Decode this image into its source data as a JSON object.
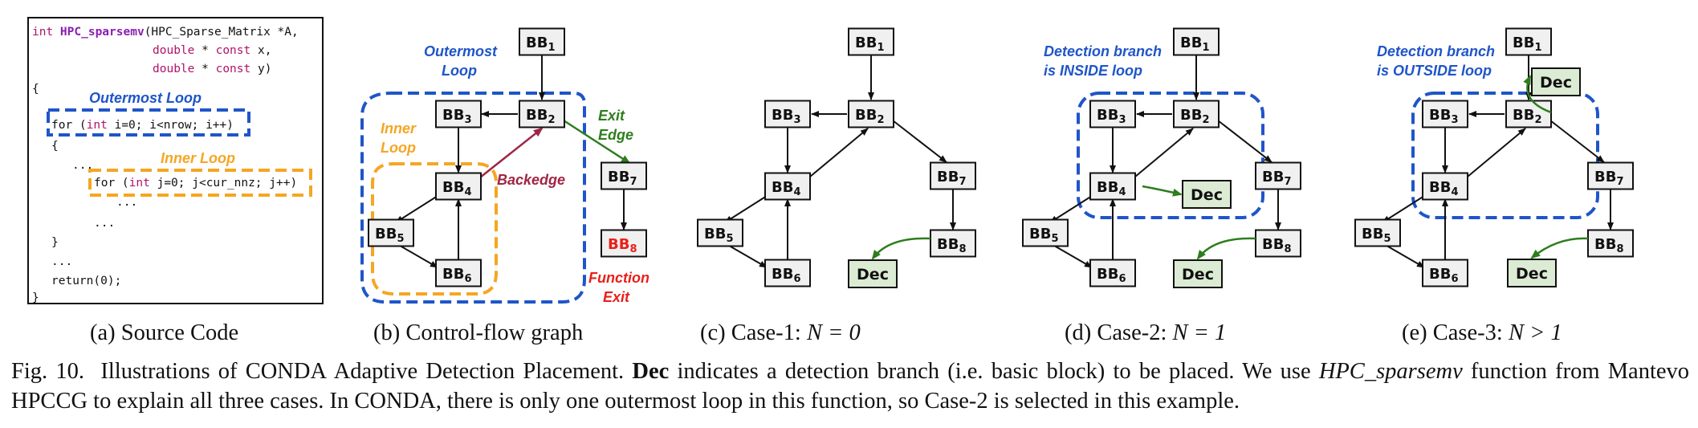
{
  "code": {
    "lines": [
      [
        {
          "t": "int ",
          "c": "kw"
        },
        {
          "t": "HPC_sparsemv",
          "c": "fn"
        },
        {
          "t": "(HPC_Sparse_Matrix *A,",
          "c": ""
        }
      ],
      [
        {
          "t": "double",
          "c": "kw"
        },
        {
          "t": " * ",
          "c": ""
        },
        {
          "t": "const",
          "c": "kw"
        },
        {
          "t": " x,",
          "c": ""
        }
      ],
      [
        {
          "t": "double",
          "c": "kw"
        },
        {
          "t": " * ",
          "c": ""
        },
        {
          "t": "const",
          "c": "kw"
        },
        {
          "t": " y)",
          "c": ""
        }
      ],
      [
        {
          "t": "{",
          "c": ""
        }
      ],
      [
        {
          "t": ".",
          "c": ""
        }
      ],
      [
        {
          "t": "for ",
          "c": ""
        },
        {
          "t": "(",
          "c": ""
        },
        {
          "t": "int",
          "c": "kw"
        },
        {
          "t": " i=0; i<nrow; i++)",
          "c": ""
        }
      ],
      [
        {
          "t": "{",
          "c": ""
        }
      ],
      [
        {
          "t": "...",
          "c": ""
        }
      ],
      [
        {
          "t": "for ",
          "c": ""
        },
        {
          "t": "(",
          "c": ""
        },
        {
          "t": "int",
          "c": "kw"
        },
        {
          "t": " j=0; j<cur_nnz; j++)",
          "c": ""
        }
      ],
      [
        {
          "t": "...",
          "c": ""
        }
      ],
      [
        {
          "t": "...",
          "c": ""
        }
      ],
      [
        {
          "t": "}",
          "c": ""
        }
      ],
      [
        {
          "t": "...",
          "c": ""
        }
      ],
      [
        {
          "t": "return(0);",
          "c": ""
        }
      ],
      [
        {
          "t": "}",
          "c": ""
        }
      ]
    ],
    "outer_label": "Outermost Loop",
    "inner_label": "Inner Loop"
  },
  "cfg": {
    "outer_label_1": "Outermost",
    "outer_label_2": "Loop",
    "inner_label_1": "Inner",
    "inner_label_2": "Loop",
    "exit_edge_1": "Exit",
    "exit_edge_2": "Edge",
    "backedge": "Backedge",
    "function_exit_1": "Function",
    "function_exit_2": "Exit"
  },
  "blocks": {
    "bb1": "BB",
    "bb2": "BB",
    "bb3": "BB",
    "bb4": "BB",
    "bb5": "BB",
    "bb6": "BB",
    "bb7": "BB",
    "bb8": "BB",
    "sub1": "1",
    "sub2": "2",
    "sub3": "3",
    "sub4": "4",
    "sub5": "5",
    "sub6": "6",
    "sub7": "7",
    "sub8": "8",
    "dec": "Dec"
  },
  "case2": {
    "label_1": "Detection branch",
    "label_2": "is INSIDE loop"
  },
  "case3": {
    "label_1": "Detection branch",
    "label_2": "is OUTSIDE loop"
  },
  "subcaptions": {
    "a": "(a) Source Code",
    "b": "(b) Control-flow graph",
    "c_prefix": "(c) Case-1: ",
    "c_math": "N = 0",
    "d_prefix": "(d) Case-2: ",
    "d_math": "N = 1",
    "e_prefix": "(e) Case-3: ",
    "e_math": "N > 1"
  },
  "caption": {
    "fig": "Fig. 10.",
    "part1": "Illustrations of",
    "conda": "CONDA",
    "part2": "Adaptive Detection Placement.",
    "dec": "Dec",
    "part3": "indicates a detection branch (i.e. basic block) to be placed. We use",
    "fn": "HPC_sparsemv",
    "part4": "function from Mantevo HPCCG to explain all three cases. In",
    "part5": ", there is only one outermost loop in this function, so Case-2 is selected in this example."
  },
  "colors": {
    "keyword": "#b0126a",
    "function": "#8a1fb0",
    "blue": "#1f55c8",
    "orange": "#f5a623",
    "green": "#2e7d1e",
    "red": "#e8201a",
    "backedge": "#a02545",
    "block_fill": "#f0f0f0",
    "dec_fill": "#dcebd3"
  }
}
